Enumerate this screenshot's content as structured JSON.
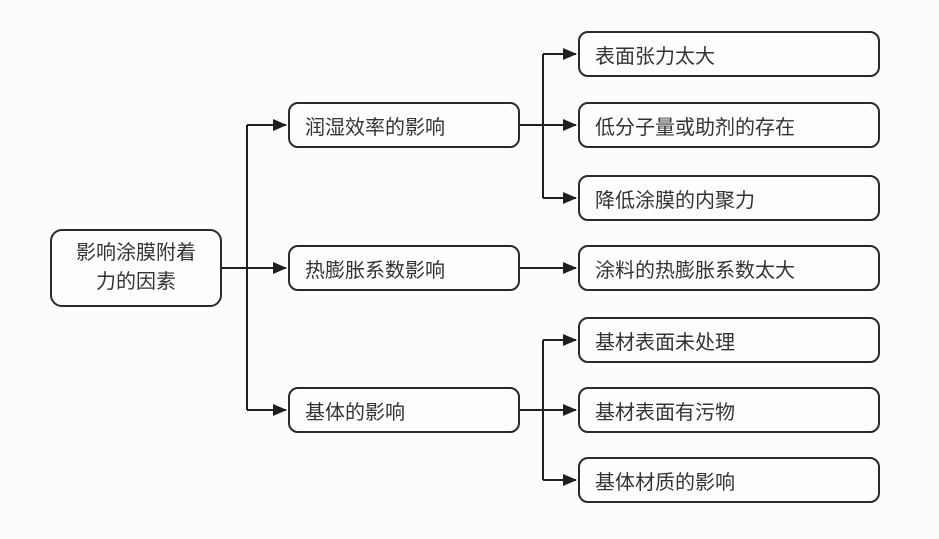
{
  "diagram": {
    "root": {
      "label": "影响涂膜附着力的因素",
      "lines": [
        "影响涂膜附着",
        "力的因素"
      ]
    },
    "branches": [
      {
        "label": "润湿效率的影响",
        "children": [
          "表面张力太大",
          "低分子量或助剂的存在",
          "降低涂膜的内聚力"
        ]
      },
      {
        "label": "热膨胀系数影响",
        "children": [
          "涂料的热膨胀系数太大"
        ]
      },
      {
        "label": "基体的影响",
        "children": [
          "基材表面未处理",
          "基材表面有污物",
          "基体材质的影响"
        ]
      }
    ],
    "colors": {
      "background": "#fcfcfc",
      "box_fill": "#fefefe",
      "box_border": "#2a2a2a",
      "connector": "#1f1f1f",
      "text": "#333333"
    }
  }
}
